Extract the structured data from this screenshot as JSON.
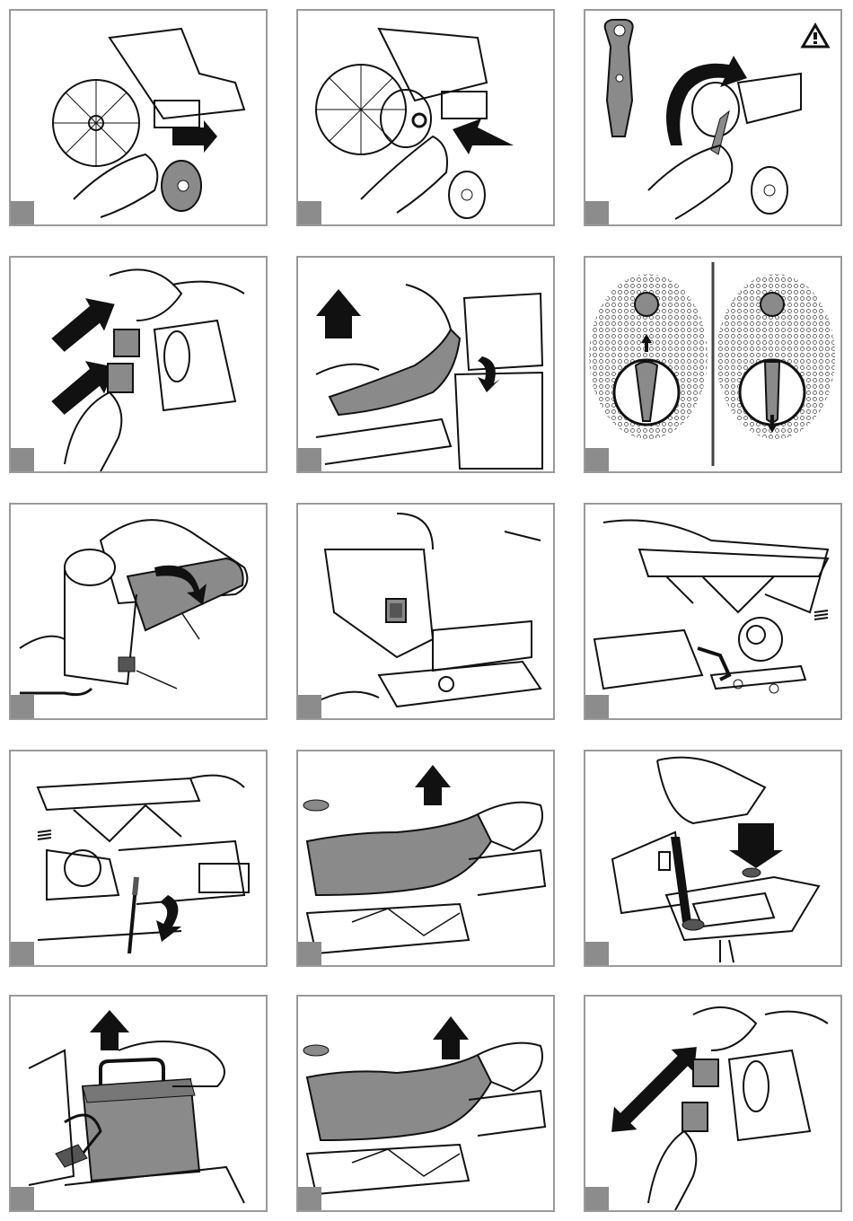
{
  "document": {
    "layout": {
      "columns": 3,
      "rows": 5
    },
    "panels": [
      {
        "id": "p1",
        "label": "",
        "icon": "training-wheel-attach-illustration"
      },
      {
        "id": "p2",
        "label": "",
        "icon": "training-wheel-bolt-illustration"
      },
      {
        "id": "p3",
        "label": "",
        "icon": "wrench-tighten-illustration",
        "warning": "warning-triangle-icon"
      },
      {
        "id": "p4",
        "label": "",
        "icon": "connector-plug-illustration"
      },
      {
        "id": "p5",
        "label": "",
        "icon": "seat-lift-illustration"
      },
      {
        "id": "p6",
        "label": "",
        "icon": "lock-knob-illustration"
      },
      {
        "id": "p7",
        "label": "",
        "icon": "throttle-grip-illustration"
      },
      {
        "id": "p8",
        "label": "",
        "icon": "switch-compartment-illustration"
      },
      {
        "id": "p9",
        "label": "",
        "icon": "frame-kickstand-illustration"
      },
      {
        "id": "p10",
        "label": "",
        "icon": "kickstand-rotate-illustration"
      },
      {
        "id": "p11",
        "label": "",
        "icon": "seat-remove-illustration"
      },
      {
        "id": "p12",
        "label": "",
        "icon": "screwdriver-bracket-illustration"
      },
      {
        "id": "p13",
        "label": "",
        "icon": "battery-lift-illustration"
      },
      {
        "id": "p14",
        "label": "",
        "icon": "seat-remove-illustration"
      },
      {
        "id": "p15",
        "label": "",
        "icon": "connector-plug-illustration"
      }
    ]
  },
  "colors": {
    "border": "#9a9a9a",
    "step_box": "#8c8c8c",
    "fill_gray": "#8a8a8a",
    "line": "#111111"
  }
}
